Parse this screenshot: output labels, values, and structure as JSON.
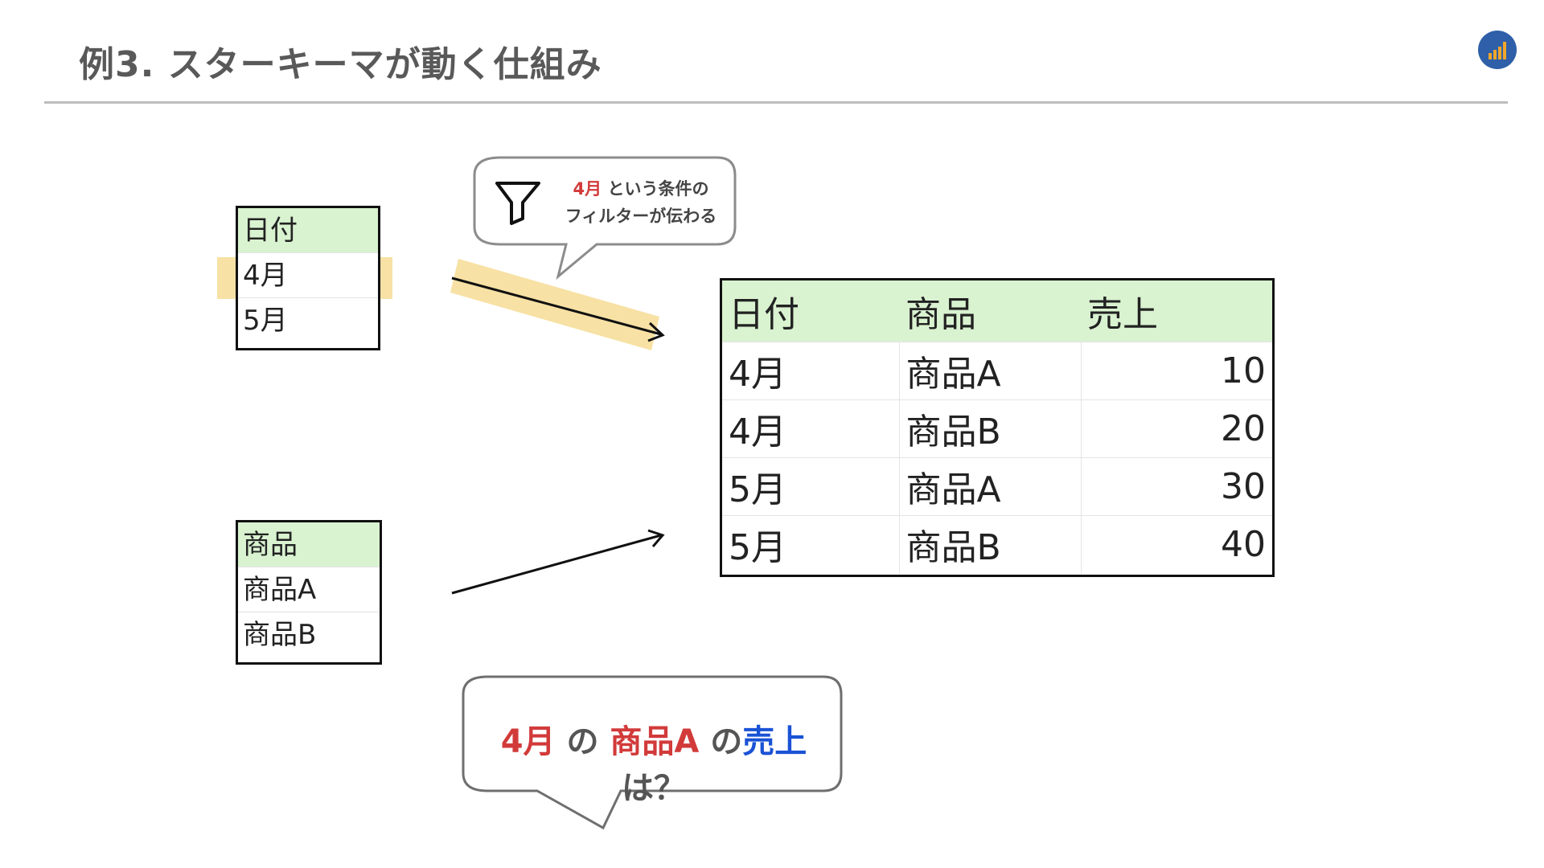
{
  "title": "例3. スターキーマが動く仕組み",
  "date_table": {
    "header": "日付",
    "rows": [
      "4月",
      "5月"
    ]
  },
  "product_table": {
    "header": "商品",
    "rows": [
      "商品A",
      "商品B"
    ]
  },
  "fact_table": {
    "headers": [
      "日付",
      "商品",
      "売上"
    ],
    "rows": [
      [
        "4月",
        "商品A",
        "10"
      ],
      [
        "4月",
        "商品B",
        "20"
      ],
      [
        "5月",
        "商品A",
        "30"
      ],
      [
        "5月",
        "商品B",
        "40"
      ]
    ]
  },
  "filter_callout": {
    "highlight": "4月",
    "line1_rest": " という条件の",
    "line2": "フィルターが伝わる",
    "icon": "filter-icon"
  },
  "question_callout": {
    "part1": "4月",
    "part2": " の ",
    "part3": "商品A",
    "part4": " の",
    "part5": "売上",
    "part6": " は？"
  },
  "colors": {
    "header_fill": "#d9f2d0",
    "highlight": "#f0c85a",
    "red": "#d23a3a",
    "blue": "#1a52d6"
  }
}
